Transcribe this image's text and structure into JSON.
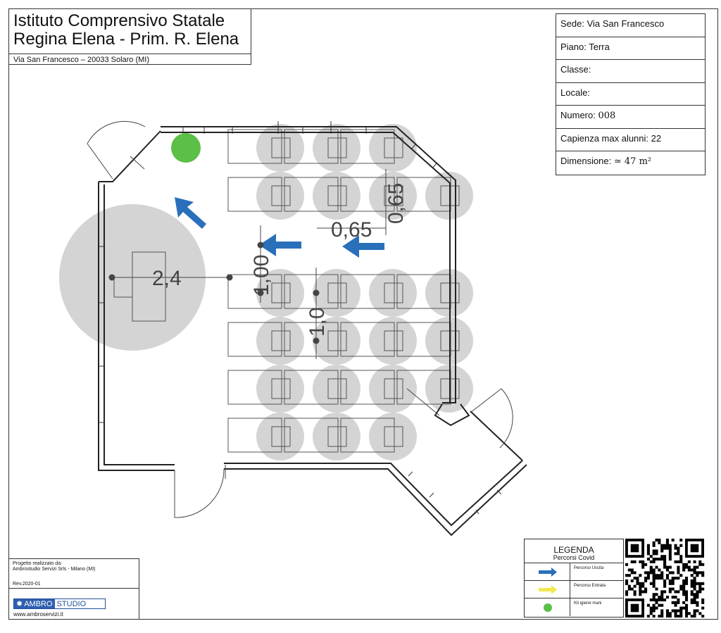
{
  "header": {
    "title_line1": "Istituto Comprensivo Statale",
    "title_line2": "Regina Elena - Prim. R. Elena",
    "address": "Via San Francesco – 20033 Solaro (MI)"
  },
  "info": {
    "sede": "Sede:  Via San Francesco",
    "piano": "Piano: Terra",
    "classe": "Classe:",
    "locale": "Locale:",
    "numero_label": "Numero: ",
    "numero_value": "008",
    "capienza": "Capienza max alunni: 22",
    "dimensione_label": "Dimensione: ",
    "dimensione_value": "≃ 47 m²"
  },
  "plan": {
    "dimensions": {
      "teacher_radius": "2,4",
      "row_spacing": "1,00",
      "column_spacing": "1,0",
      "aisle_h": "0,65",
      "aisle_v": "0,65"
    },
    "desk_count": 22,
    "colors": {
      "exit_arrow": "#2a6fba",
      "entry_arrow": "#f2e94e",
      "hand_sanitizer": "#5cbf47",
      "safety_circle": "#cccccc",
      "wall": "#222222"
    }
  },
  "credits": {
    "project_by_label": "Progetto realizzato da:",
    "company": "Ambrostudio Servizi Srls - Milano (MI)",
    "rev": "Rev.2020-01",
    "logo_left": "AMBRO",
    "logo_right": "STUDIO",
    "website": "www.ambroservizi.it"
  },
  "legend": {
    "title": "LEGENDA",
    "subtitle": "Percorsi Covid",
    "items": [
      {
        "label": "Percorso Uscita",
        "icon": "blue-arrow-icon",
        "color": "#2a6fba"
      },
      {
        "label": "Percorso Entrata",
        "icon": "yellow-arrow-icon",
        "color": "#f2e94e"
      },
      {
        "label": "Kit igiene mani",
        "icon": "green-dot-icon",
        "color": "#5cbf47"
      }
    ]
  }
}
